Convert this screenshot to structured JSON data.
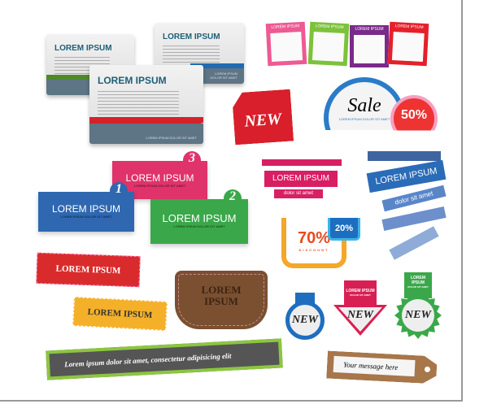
{
  "cards": [
    {
      "title": "LOREM IPSUM",
      "accent": "#4e8a2a",
      "footer": ""
    },
    {
      "title": "LOREM IPSUM",
      "accent": "#1f6bb5",
      "footer": "LOREM IPSUM DOLOR SIT AMET"
    },
    {
      "title": "LOREM IPSUM",
      "accent": "#d4212a",
      "footer": "LOREM IPSUM DOLOR SIT AMET"
    }
  ],
  "color_tags": [
    {
      "label": "LOREM IPSUM",
      "color": "#ee5a93"
    },
    {
      "label": "LOREM IPSUM",
      "color": "#7cc23a"
    },
    {
      "label": "LOREM IPSUM",
      "color": "#7a2a8a"
    },
    {
      "label": "LOREM IPSUM",
      "color": "#e5202a"
    }
  ],
  "new_tag": "NEW",
  "sale": {
    "script": "Sale",
    "caption": "LOREM IPSUM DOLOR SIT AMET",
    "percent": "50%"
  },
  "pink_ribbon": {
    "title": "LOREM IPSUM",
    "sub": "dolor sit amet"
  },
  "blue_ribbon": {
    "title": "LOREM IPSUM",
    "sub": "dolor sit amet"
  },
  "discount": {
    "big": "70%",
    "word": "DISCOUNT",
    "badge": "20%"
  },
  "tents": [
    {
      "num": "1",
      "title": "LOREM IPSUM",
      "sub": "LOREM IPSUM DOLOR SIT AMET",
      "color": "#2f68b0"
    },
    {
      "num": "3",
      "title": "LOREM IPSUM",
      "sub": "LOREM IPSUM DOLOR SIT AMET",
      "color": "#e0336a"
    },
    {
      "num": "2",
      "title": "LOREM IPSUM",
      "sub": "LOREM IPSUM DOLOR SIT AMET",
      "color": "#3aa84a"
    }
  ],
  "red_label": "LOREM IPSUM",
  "orange_label": "LOREM IPSUM",
  "leather": "LOREM IPSUM",
  "banner": "Lorem ipsum dolor sit amet, consectetur adipisicing elit",
  "badges": [
    {
      "top": "",
      "text": "NEW"
    },
    {
      "top": "LOREM IPSUM",
      "topsub": "DOLOR SIT AMET",
      "text": "NEW"
    },
    {
      "top": "LOREM IPSUM",
      "topsub": "DOLOR SIT AMET",
      "text": "NEW"
    }
  ],
  "message_tag": "Your message here"
}
